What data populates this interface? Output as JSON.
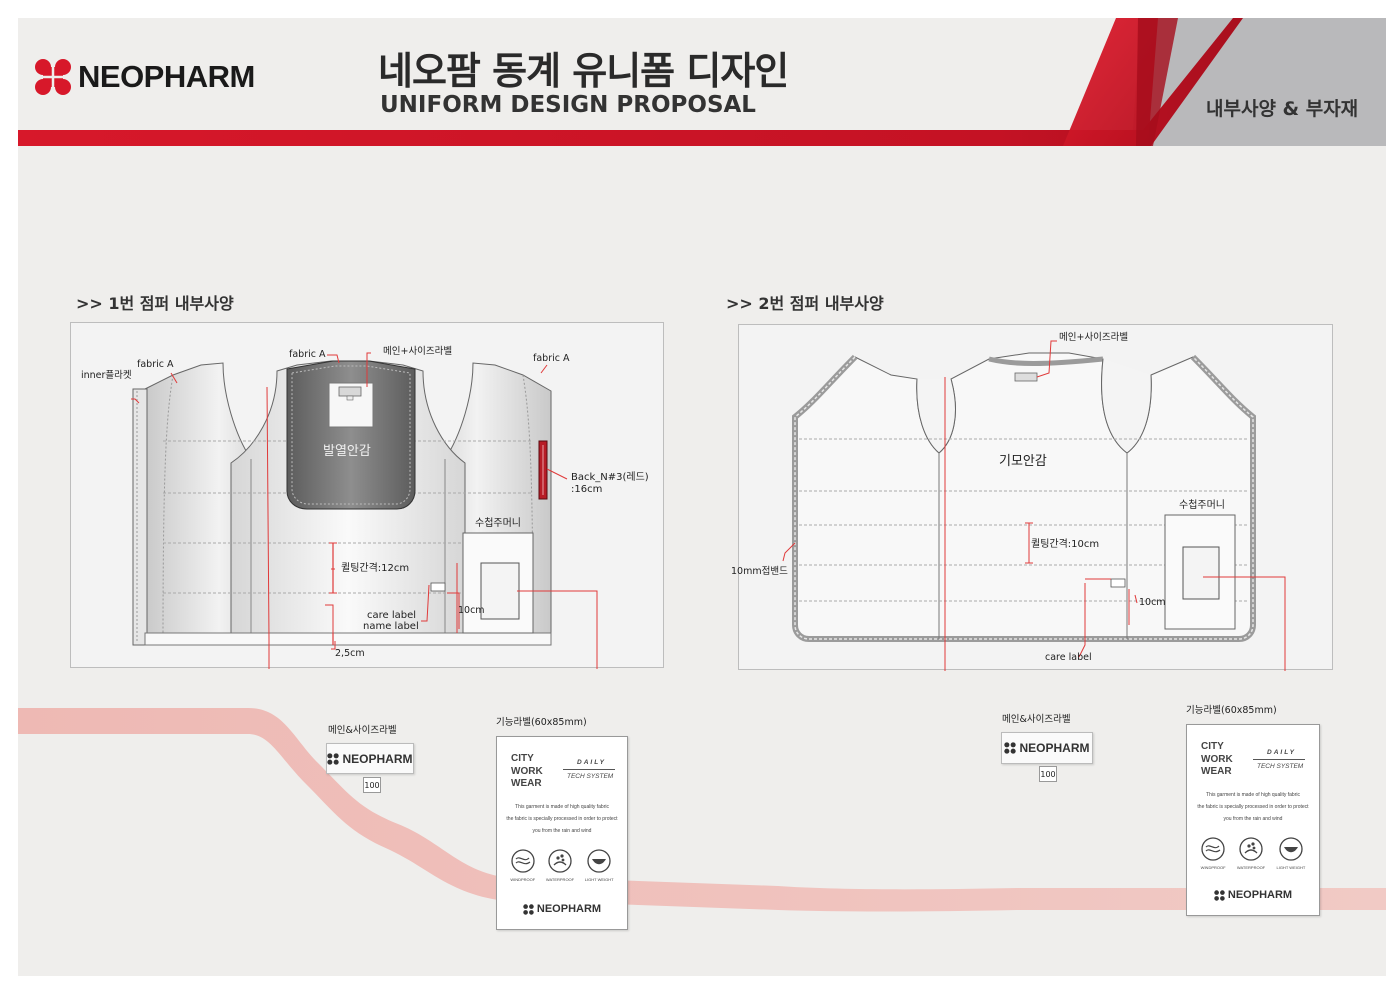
{
  "header": {
    "brand": "NEOPHARM",
    "title_kr": "네오팜 동계 유니폼 디자인",
    "title_en": "UNIFORM DESIGN PROPOSAL",
    "section": "내부사양 & 부자재",
    "colors": {
      "red": "#d7182a",
      "gray_tab": "#b9b9bb",
      "background": "#efeeec"
    }
  },
  "jacket1": {
    "title": ">> 1번 점퍼 내부사양",
    "labels": {
      "inner_placket": "inner플라켓",
      "fabric_a_left": "fabric A",
      "fabric_a_center": "fabric A",
      "main_size_label": "메인+사이즈라벨",
      "fabric_a_right": "fabric A",
      "heating_lining": "발열안감",
      "back_zipper": "Back_N#3(레드)",
      "back_zipper_len": ":16cm",
      "patch_pocket": "수첩주머니",
      "quilting": "퀼팅간격:12cm",
      "care_label": "care  label",
      "name_label": "name  label",
      "pocket_size": "10cm",
      "band_width": "2,5cm"
    }
  },
  "jacket2": {
    "title": ">> 2번 점퍼 내부사양",
    "labels": {
      "main_size_label": "메인+사이즈라벨",
      "brushed_lining": "기모안감",
      "patch_pocket": "수첩주머니",
      "quilting": "퀼팅간격:10cm",
      "binding": "10mm접밴드",
      "pocket_size": "10cm",
      "care_label": "care  label"
    }
  },
  "trims": {
    "main_label_caption": "메인&사이즈라벨",
    "function_label_caption": "기능라벨(60x85mm)",
    "main_label_brand": "NEOPHARM",
    "size": "100",
    "function_label": {
      "headline": "CITY\nWORK\nWEAR",
      "daily": "DAILY",
      "tech": "TECH SYSTEM",
      "desc": [
        "This garment is made of high quality fabric",
        "the fabric is specially processed in order to protect",
        "you from the rain and wind"
      ],
      "icons": [
        {
          "icon": "windproof-icon",
          "label": "WINDPROOF"
        },
        {
          "icon": "waterproof-icon",
          "label": "WATERPROOF"
        },
        {
          "icon": "lightweight-icon",
          "label": "LIGHT WEIGHT"
        }
      ],
      "brand": "NEOPHARM"
    }
  }
}
